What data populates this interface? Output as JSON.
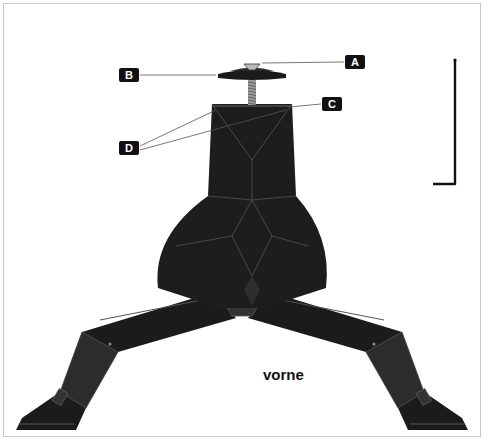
{
  "diagram": {
    "labels": [
      "A",
      "B",
      "C",
      "D",
      "vorne"
    ]
  }
}
